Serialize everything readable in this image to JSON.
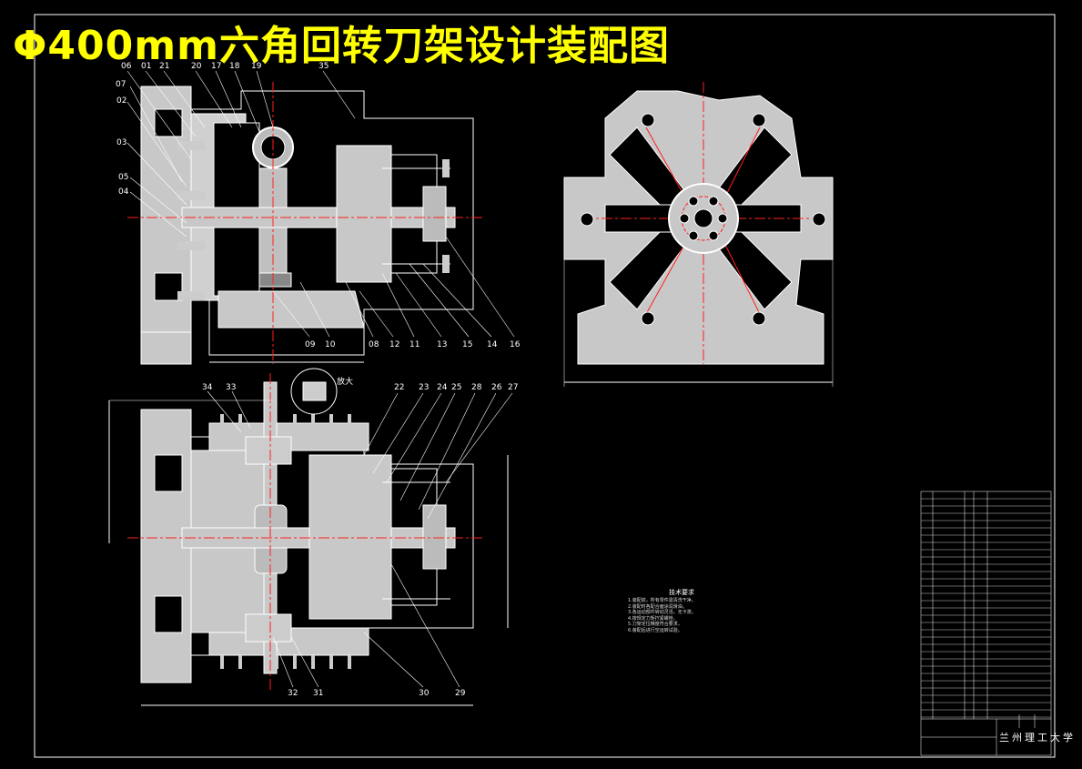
{
  "drawing": {
    "title": "Φ400mm六角回转刀架设计装配图",
    "detail_label": "放大",
    "tech_requirements_title": "技术要求",
    "tech_requirements": [
      "1.装配前，所有零件需清洗干净。",
      "2.装配时各配合面涂润滑油。",
      "3.各运动部件转动灵活，无卡滞。",
      "4.按规定力矩拧紧螺栓。",
      "5.刀架定位精度符合要求。",
      "6.装配后进行空运转试验。"
    ],
    "school": "兰州理工大学",
    "top_view_callouts": [
      "06",
      "01",
      "21",
      "20",
      "17",
      "18",
      "19",
      "35",
      "07",
      "02",
      "03",
      "05",
      "04",
      "09",
      "10",
      "08",
      "12",
      "11",
      "13",
      "15",
      "14",
      "16"
    ],
    "bottom_view_callouts": [
      "34",
      "33",
      "22",
      "23",
      "24",
      "25",
      "28",
      "26",
      "27",
      "32",
      "31",
      "30",
      "29"
    ]
  },
  "colors": {
    "background": "#000000",
    "title": "#ffff00",
    "line": "#ffffff",
    "center_line": "#ff2020",
    "part_fill": "#c0c0c0",
    "hatch": "#ff3030"
  }
}
